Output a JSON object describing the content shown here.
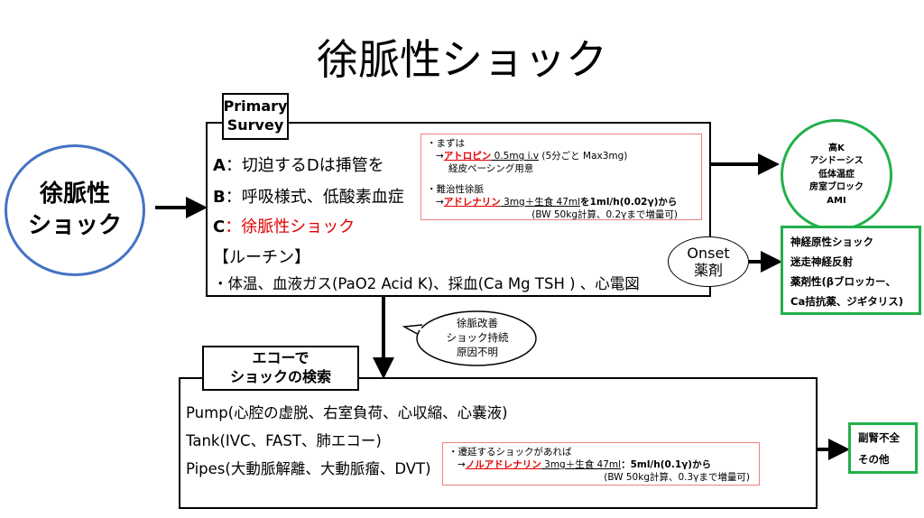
{
  "title": "徐脈性ショック",
  "start_node": {
    "line1": "徐脈性",
    "line2": "ショック"
  },
  "primary": {
    "label1": "Primary",
    "label2": "Survey",
    "a_key": "A",
    "a_text": "：切迫するDは挿管を",
    "b_key": "B",
    "b_text": "：呼吸様式、低酸素血症",
    "c_key": "C",
    "c_text": "：徐脈性ショック",
    "routine_header": "【ルーチン】",
    "routine_text": "・体温、血液ガス(PaO2 Acid K)、採血(Ca Mg TSH )  、心電図"
  },
  "drug_note1": {
    "l1": "・まずは",
    "arrow": "→",
    "drug1": "アトロピン",
    "dose1": " 0.5mg i.v",
    "dose1_note": " (5分ごと Max3mg)",
    "l3": "経皮ペーシング用意",
    "l4": "・難治性徐脈",
    "drug2": "アドレナリン",
    "dose2": " 3mg＋生食 47ml",
    "dose2_rate": "を1ml/h(0.02γ)から",
    "l6": "(BW 50kg計算、0.2γまで増量可)"
  },
  "causes_circle": [
    "高K",
    "アシドーシス",
    "低体温症",
    "房室ブロック",
    "AMI"
  ],
  "onset": {
    "l1": "Onset",
    "l2": "薬剤"
  },
  "onset_box": [
    "神経原性ショック",
    "迷走神経反射",
    "薬剤性(βブロッカー、",
    "Ca拮抗薬、ジギタリス)"
  ],
  "bubble": [
    "徐脈改善",
    "ショック持続",
    "原因不明"
  ],
  "echo": {
    "label1": "エコーで",
    "label2": "ショックの検索",
    "pump": "Pump(心腔の虚脱、右室負荷、心収縮、心嚢液)",
    "tank": "Tank(IVC、FAST、肺エコー)",
    "pipes": "Pipes(大動脈解離、大動脈瘤、DVT)"
  },
  "drug_note2": {
    "l1": "・遷延するショックがあれば",
    "arrow": "→",
    "drug": "ノルアドレナリン",
    "dose": " 3mg＋生食 47ml",
    "rate": "：5ml/h(0.1γ)から",
    "l3": "(BW 50kg計算、0.3γまで増量可)"
  },
  "end_box": [
    "副腎不全",
    "その他"
  ]
}
